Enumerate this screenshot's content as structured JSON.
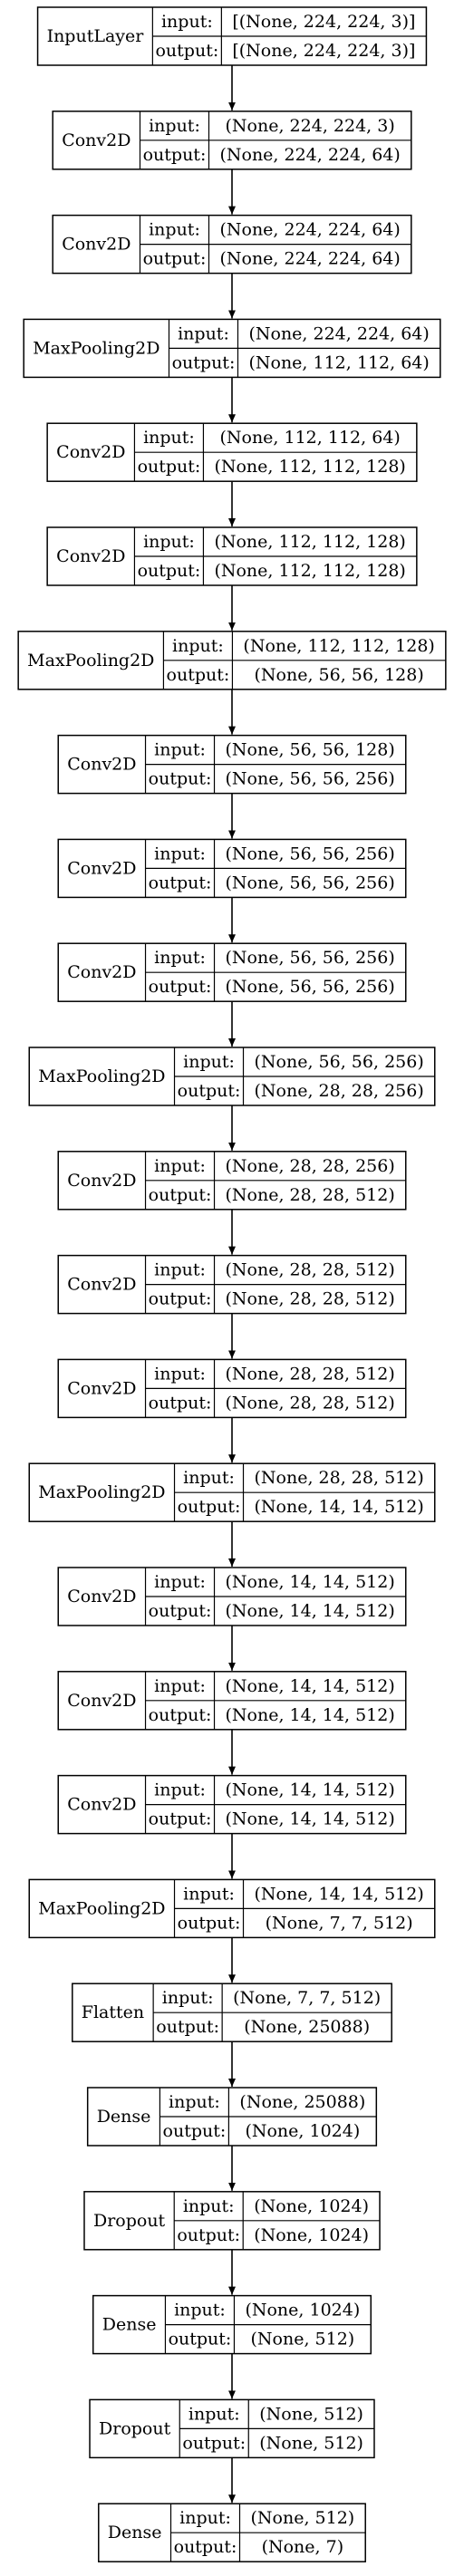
{
  "labels": {
    "input": "input:",
    "output": "output:"
  },
  "layers": [
    {
      "name": "InputLayer",
      "input": "[(None, 224, 224, 3)]",
      "output": "[(None, 224, 224, 3)]"
    },
    {
      "name": "Conv2D",
      "input": "(None, 224, 224, 3)",
      "output": "(None, 224, 224, 64)"
    },
    {
      "name": "Conv2D",
      "input": "(None, 224, 224, 64)",
      "output": "(None, 224, 224, 64)"
    },
    {
      "name": "MaxPooling2D",
      "input": "(None, 224, 224, 64)",
      "output": "(None, 112, 112, 64)"
    },
    {
      "name": "Conv2D",
      "input": "(None, 112, 112, 64)",
      "output": "(None, 112, 112, 128)"
    },
    {
      "name": "Conv2D",
      "input": "(None, 112, 112, 128)",
      "output": "(None, 112, 112, 128)"
    },
    {
      "name": "MaxPooling2D",
      "input": "(None, 112, 112, 128)",
      "output": "(None, 56, 56, 128)"
    },
    {
      "name": "Conv2D",
      "input": "(None, 56, 56, 128)",
      "output": "(None, 56, 56, 256)"
    },
    {
      "name": "Conv2D",
      "input": "(None, 56, 56, 256)",
      "output": "(None, 56, 56, 256)"
    },
    {
      "name": "Conv2D",
      "input": "(None, 56, 56, 256)",
      "output": "(None, 56, 56, 256)"
    },
    {
      "name": "MaxPooling2D",
      "input": "(None, 56, 56, 256)",
      "output": "(None, 28, 28, 256)"
    },
    {
      "name": "Conv2D",
      "input": "(None, 28, 28, 256)",
      "output": "(None, 28, 28, 512)"
    },
    {
      "name": "Conv2D",
      "input": "(None, 28, 28, 512)",
      "output": "(None, 28, 28, 512)"
    },
    {
      "name": "Conv2D",
      "input": "(None, 28, 28, 512)",
      "output": "(None, 28, 28, 512)"
    },
    {
      "name": "MaxPooling2D",
      "input": "(None, 28, 28, 512)",
      "output": "(None, 14, 14, 512)"
    },
    {
      "name": "Conv2D",
      "input": "(None, 14, 14, 512)",
      "output": "(None, 14, 14, 512)"
    },
    {
      "name": "Conv2D",
      "input": "(None, 14, 14, 512)",
      "output": "(None, 14, 14, 512)"
    },
    {
      "name": "Conv2D",
      "input": "(None, 14, 14, 512)",
      "output": "(None, 14, 14, 512)"
    },
    {
      "name": "MaxPooling2D",
      "input": "(None, 14, 14, 512)",
      "output": "(None, 7, 7, 512)"
    },
    {
      "name": "Flatten",
      "input": "(None, 7, 7, 512)",
      "output": "(None, 25088)"
    },
    {
      "name": "Dense",
      "input": "(None, 25088)",
      "output": "(None, 1024)"
    },
    {
      "name": "Dropout",
      "input": "(None, 1024)",
      "output": "(None, 1024)"
    },
    {
      "name": "Dense",
      "input": "(None, 1024)",
      "output": "(None, 512)"
    },
    {
      "name": "Dropout",
      "input": "(None, 512)",
      "output": "(None, 512)"
    },
    {
      "name": "Dense",
      "input": "(None, 512)",
      "output": "(None, 7)"
    }
  ]
}
